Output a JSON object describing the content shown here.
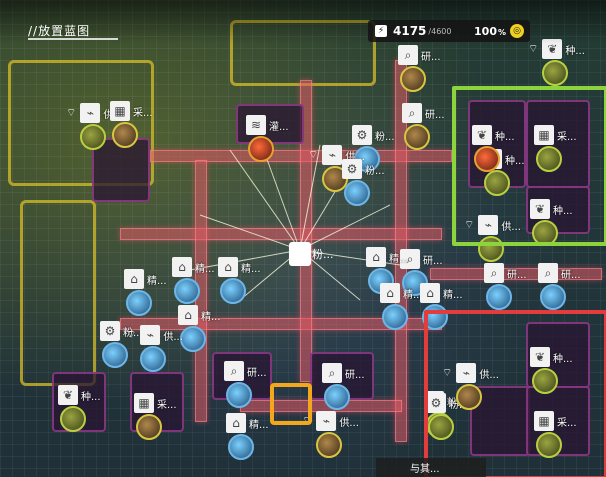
{
  "header": {
    "title": "//放置蓝图"
  },
  "resources": {
    "amount": "4175",
    "capacity": "/4600",
    "percent": "100",
    "percent_unit": "%"
  },
  "center_node": {
    "label": "粉..."
  },
  "bottom_tab": {
    "label": "与其..."
  },
  "nodes": [
    {
      "label": "研...",
      "icon": "research-icon",
      "wifi": false
    },
    {
      "label": "种...",
      "icon": "plant-icon",
      "wifi": true
    },
    {
      "label": "供...",
      "icon": "power-icon",
      "wifi": true
    },
    {
      "label": "采...",
      "icon": "harvest-icon",
      "wifi": false
    },
    {
      "label": "灌...",
      "icon": "irrigation-icon",
      "wifi": false
    },
    {
      "label": "种...",
      "icon": "plant-icon",
      "wifi": false
    },
    {
      "label": "研...",
      "icon": "research-icon",
      "wifi": false
    },
    {
      "label": "粉...",
      "icon": "grinder-icon",
      "wifi": false
    },
    {
      "label": "供...",
      "icon": "power-icon",
      "wifi": true
    },
    {
      "label": "粉...",
      "icon": "grinder-icon",
      "wifi": false
    },
    {
      "label": "研...",
      "icon": "research-icon",
      "wifi": false
    },
    {
      "label": "采...",
      "icon": "harvest-icon",
      "wifi": false
    },
    {
      "label": "种...",
      "icon": "plant-icon",
      "wifi": false
    },
    {
      "label": "种...",
      "icon": "plant-icon",
      "wifi": false
    },
    {
      "label": "供...",
      "icon": "power-icon",
      "wifi": true
    },
    {
      "label": "精...",
      "icon": "refine-icon",
      "wifi": false
    },
    {
      "label": "精...",
      "icon": "refine-icon",
      "wifi": false
    },
    {
      "label": "精...",
      "icon": "refine-icon",
      "wifi": false
    },
    {
      "label": "精...",
      "icon": "refine-icon",
      "wifi": false
    },
    {
      "label": "精...",
      "icon": "refine-icon",
      "wifi": false
    },
    {
      "label": "研...",
      "icon": "research-icon",
      "wifi": false
    },
    {
      "label": "研...",
      "icon": "research-icon",
      "wifi": false
    },
    {
      "label": "粉...",
      "icon": "grinder-icon",
      "wifi": false
    },
    {
      "label": "供...",
      "icon": "power-icon",
      "wifi": true
    },
    {
      "label": "精...",
      "icon": "refine-icon",
      "wifi": false
    },
    {
      "label": "精...",
      "icon": "refine-icon",
      "wifi": false
    },
    {
      "label": "粉...",
      "icon": "grinder-icon",
      "wifi": false
    },
    {
      "label": "研...",
      "icon": "research-icon",
      "wifi": false
    },
    {
      "label": "研...",
      "icon": "research-icon",
      "wifi": false
    },
    {
      "label": "精...",
      "icon": "refine-icon",
      "wifi": false
    },
    {
      "label": "供...",
      "icon": "power-icon",
      "wifi": true
    },
    {
      "label": "种...",
      "icon": "plant-icon",
      "wifi": false
    },
    {
      "label": "采...",
      "icon": "harvest-icon",
      "wifi": false
    },
    {
      "label": "粉...",
      "icon": "grinder-icon",
      "wifi": false
    },
    {
      "label": "供...",
      "icon": "power-icon",
      "wifi": true
    },
    {
      "label": "种...",
      "icon": "plant-icon",
      "wifi": false
    },
    {
      "label": "采...",
      "icon": "harvest-icon",
      "wifi": false
    }
  ],
  "colors": {
    "highlight_green": "#8dd33c",
    "highlight_red": "#e23c3c",
    "highlight_orange": "#f2a71c",
    "belt": "#e05a66"
  }
}
